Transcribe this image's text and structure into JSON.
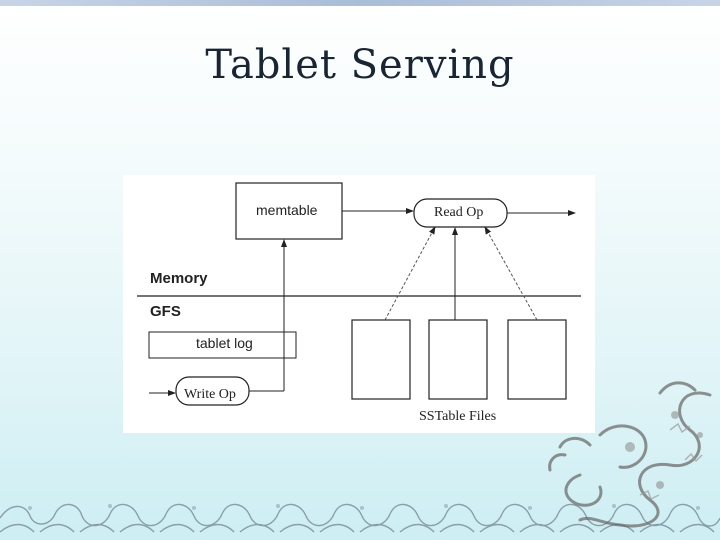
{
  "slide": {
    "title": "Tablet Serving"
  },
  "diagram": {
    "memtable_label": "memtable",
    "read_op_label": "Read Op",
    "memory_label": "Memory",
    "gfs_label": "GFS",
    "tablet_log_label": "tablet log",
    "write_op_label": "Write Op",
    "sstable_files_label": "SSTable Files"
  },
  "decoration": {
    "dragon_icon": "dragon-icon",
    "waves_icon": "waves-icon",
    "line_color": "#222222",
    "dashed_color": "#555555"
  }
}
